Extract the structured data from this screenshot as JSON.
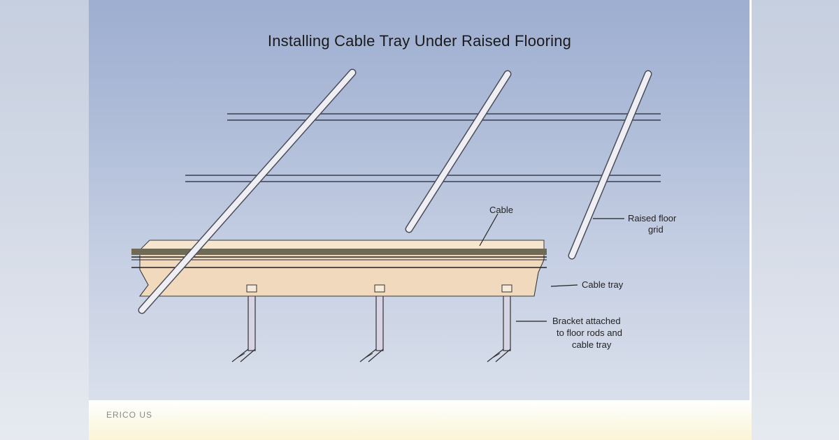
{
  "diagram": {
    "title": "Installing Cable Tray Under Raised Flooring",
    "labels": {
      "cable": "Cable",
      "raised_floor_grid": [
        "Raised floor",
        "grid"
      ],
      "cable_tray": "Cable tray",
      "bracket": [
        "Bracket attached",
        "to floor rods and",
        "cable tray"
      ]
    },
    "footer_credit": "ERICO US"
  },
  "colors": {
    "panel_top": "#9eaed0",
    "tray_fill": "#f0d9bd",
    "rod_fill": "#eeeef3",
    "cable_stripe": "#6e6a56"
  }
}
